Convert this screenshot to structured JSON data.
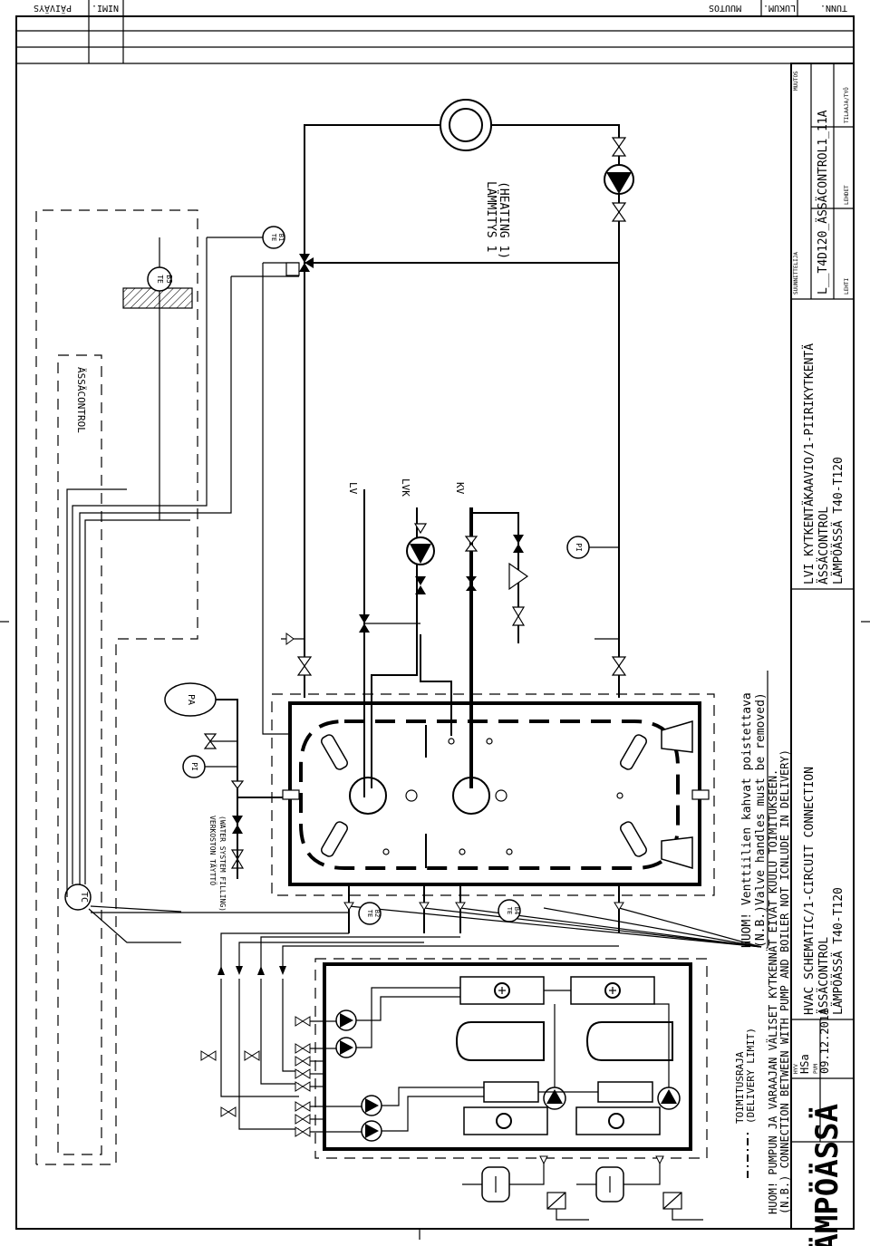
{
  "sheet": {
    "header_columns": [
      "TUNN.",
      "LUKUM.",
      "MUUTOS",
      "NIMI.",
      "PÄIVÄYS"
    ]
  },
  "title_block": {
    "logo": "LÄMPÖÄSSÄ",
    "fi_title": [
      "LVI KYTKENTÄKAAVIO/1-PIIRIKYTKENTÄ",
      "ÄSSÄCONTROL",
      "LÄMPÖÄSSÄ T40-T120"
    ],
    "en_title": [
      "HVAC SCHEMATIC/1-CIRCUIT CONNECTION",
      "ÄSSÄCONTROL",
      "LÄMPÖÄSSÄ T40-T120"
    ],
    "drawing_number": "L__T4D120_ÄSSÄCONTROL1_11A",
    "drawn_by": "HSa",
    "date": "09.12.2011",
    "small_labels": [
      "LEHTI",
      "LEHDET",
      "TILAAJA/TYÖ",
      "SUUNNITTELIJA",
      "MUUTOS",
      "PVM",
      "HYV"
    ]
  },
  "notes": {
    "pump_fi": "HUOM! PUMPUN JA VARAAJAN VÄLISET KYTKENNÄT EIVÄT KUULU TOIMITUKSEEN.",
    "pump_en": "(N.B.) CONNECTION BETWEEN WITH PUMP AND BOILER NOT ICNLUDE IN DELIVERY)",
    "handles_fi": "HUOM! Venttiilien kahvat poistettava",
    "handles_en": "(N.B.)Valve handles must be removed)",
    "delivery_fi": "TOIMITUSRAJA",
    "delivery_en": "(DELIVERY LIMIT)"
  },
  "labels": {
    "heating_fi": "LÄMMITYS 1",
    "heating_en": "(HEATING 1)",
    "control": "ÄSSÄCONTROL",
    "tc": "TC",
    "te_b5a": "TE",
    "te_b5b": "B5",
    "te_b1a": "TE",
    "te_b1b": "B1",
    "te_b2a": "TE",
    "te_b2b": "B2",
    "te_b4a": "TE",
    "te_b4b": "B4",
    "pi": "PI",
    "pa": "PA",
    "lv": "LV",
    "lvk": "LVK",
    "kv": "KV",
    "filling_fi": "VERKOSTON TÄYTTÖ",
    "filling_en": "(WATER SYSTEM FILLING)"
  }
}
